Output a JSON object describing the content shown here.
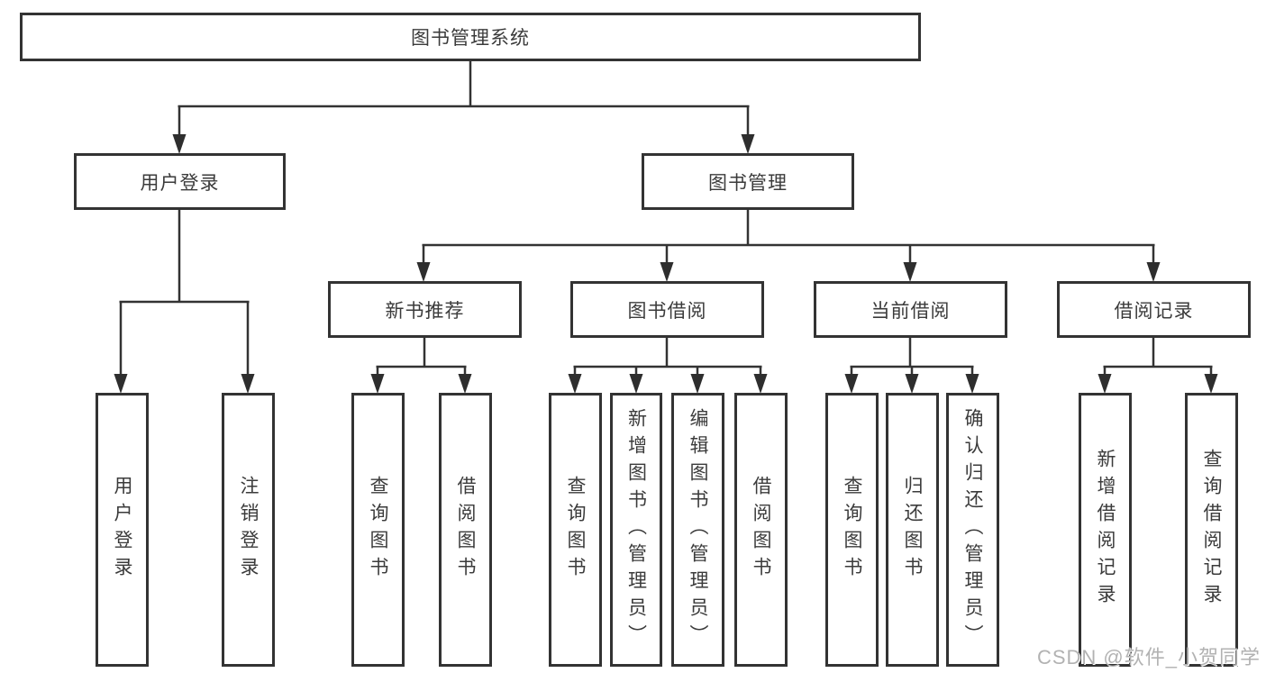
{
  "colors": {
    "background": "#ffffff",
    "line": "#333333",
    "box_border": "#333333",
    "box_fill": "#ffffff",
    "text": "#3b3b3b",
    "watermark": "#b2b2b2"
  },
  "tree": {
    "label": "图书管理系统",
    "children": [
      {
        "label": "用户登录",
        "children": [
          {
            "label": "用户登录"
          },
          {
            "label": "注销登录"
          }
        ]
      },
      {
        "label": "图书管理",
        "children": [
          {
            "label": "新书推荐",
            "children": [
              {
                "label": "查询图书"
              },
              {
                "label": "借阅图书"
              }
            ]
          },
          {
            "label": "图书借阅",
            "children": [
              {
                "label": "查询图书"
              },
              {
                "label": "新增图书（管理员）"
              },
              {
                "label": "编辑图书（管理员）"
              },
              {
                "label": "借阅图书"
              }
            ]
          },
          {
            "label": "当前借阅",
            "children": [
              {
                "label": "查询图书"
              },
              {
                "label": "归还图书"
              },
              {
                "label": "确认归还（管理员）"
              }
            ]
          },
          {
            "label": "借阅记录",
            "children": [
              {
                "label": "新增借阅记录"
              },
              {
                "label": "查询借阅记录"
              }
            ]
          }
        ]
      }
    ]
  },
  "watermark": {
    "text": "CSDN @软件_小贺同学"
  }
}
